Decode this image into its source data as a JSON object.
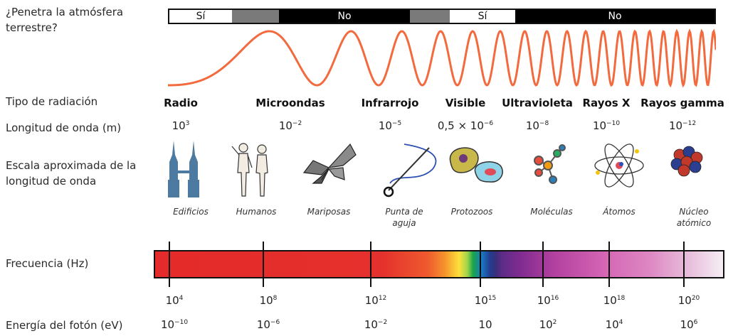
{
  "labels": {
    "penetrate": "¿Penetra la atmósfera terrestre?",
    "radiation_type": "Tipo de radiación",
    "wavelength": "Longitud de onda (m)",
    "scale": "Escala aproximada de la longitud de onda",
    "frequency": "Frecuencia (Hz)",
    "photon_energy": "Energía del fotón (eV)"
  },
  "atmosphere": [
    {
      "text": "Sí",
      "color": "#ffffff"
    },
    {
      "text": "",
      "color": "#7a7a7a"
    },
    {
      "text": "No",
      "color": "#000000"
    },
    {
      "text": "",
      "color": "#7a7a7a"
    },
    {
      "text": "Sí",
      "color": "#ffffff"
    },
    {
      "text": "No",
      "color": "#000000"
    }
  ],
  "radiation": [
    {
      "type": "Radio",
      "wl_base": "10",
      "wl_exp": "3",
      "scale": "Edificios",
      "icon": "buildings-icon"
    },
    {
      "type": "Microondas",
      "wl_base": "10",
      "wl_exp": "−2",
      "scale": "Humanos",
      "icon": "humans-icon"
    },
    {
      "type": "Infrarrojo",
      "wl_base": "10",
      "wl_exp": "−5",
      "scale": "Mariposas",
      "icon": "butterfly-icon"
    },
    {
      "type": "Visible",
      "wl_base": "0,5 × 10",
      "wl_exp": "−6",
      "scale": "Punta de aguja",
      "icon": "needle-icon"
    },
    {
      "type": "Ultravioleta",
      "wl_base": "10",
      "wl_exp": "−8",
      "scale": "Protozoos",
      "icon": "protozoa-icon"
    },
    {
      "type": "Rayos X",
      "wl_base": "10",
      "wl_exp": "−10",
      "scale": "Moléculas",
      "icon": "molecule-icon"
    },
    {
      "type": "Rayos gamma",
      "wl_base": "10",
      "wl_exp": "−12",
      "scale": "Átomos",
      "icon": "atom-icon"
    }
  ],
  "extra_scale": {
    "text": "Núcleo atómico",
    "icon": "nucleus-icon"
  },
  "frequency_ticks": [
    {
      "base": "10",
      "exp": "4"
    },
    {
      "base": "10",
      "exp": "8"
    },
    {
      "base": "10",
      "exp": "12"
    },
    {
      "base": "10",
      "exp": "15"
    },
    {
      "base": "10",
      "exp": "16"
    },
    {
      "base": "10",
      "exp": "18"
    },
    {
      "base": "10",
      "exp": "20"
    }
  ],
  "energy_ticks": [
    {
      "base": "10",
      "exp": "−10"
    },
    {
      "base": "10",
      "exp": "−6"
    },
    {
      "base": "10",
      "exp": "−2"
    },
    {
      "base": "10",
      "exp": ""
    },
    {
      "base": "10",
      "exp": "2"
    },
    {
      "base": "10",
      "exp": "4"
    },
    {
      "base": "10",
      "exp": "6"
    }
  ],
  "colors": {
    "wave": "#f26a3d",
    "bar_border": "#111111"
  }
}
